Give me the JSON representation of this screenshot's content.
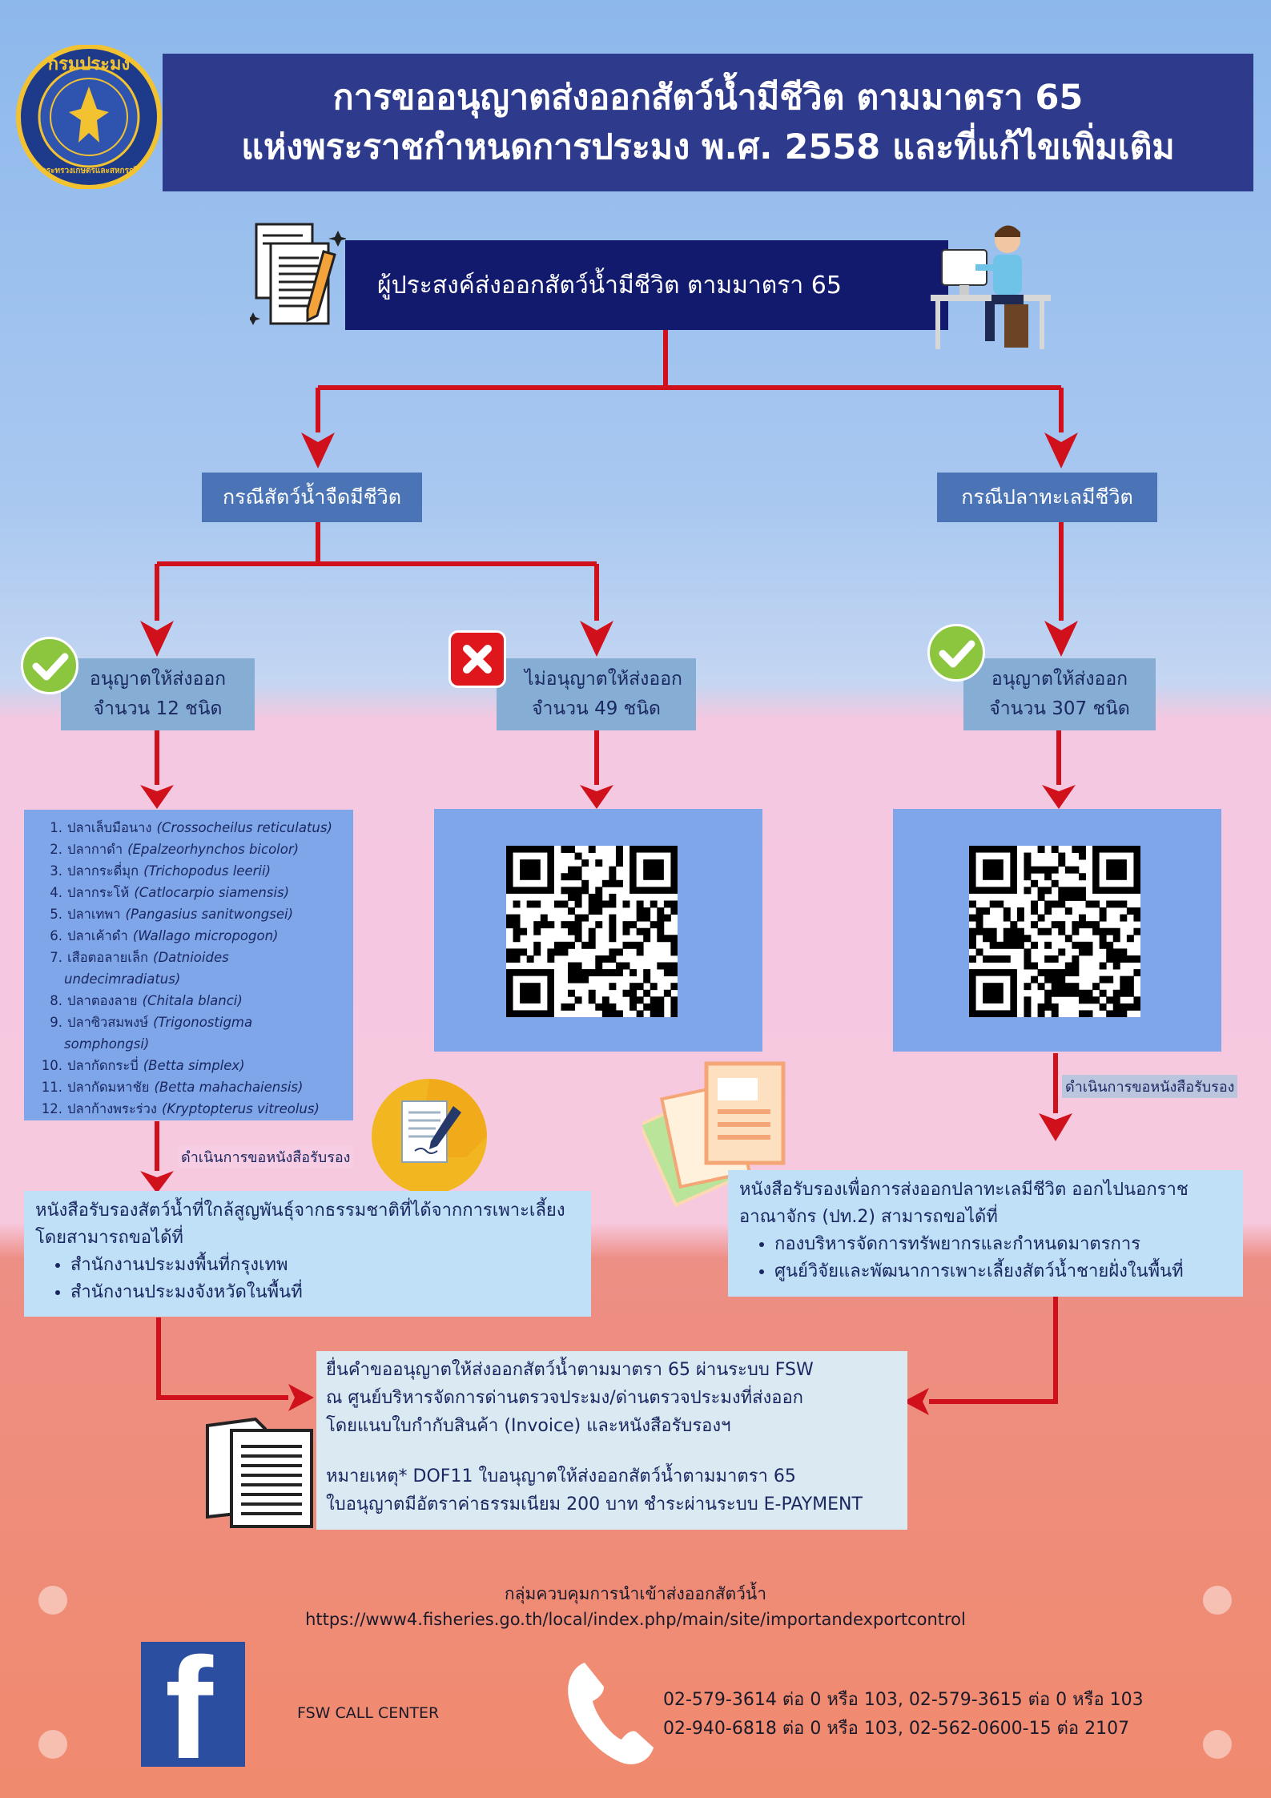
{
  "header": {
    "logo_text_top": "กรมประมง",
    "logo_text_bottom": "กระทรวงเกษตรและสหกรณ์",
    "title_line1": "การขออนุญาตส่งออกสัตว์น้ำมีชีวิต ตามมาตรา 65",
    "title_line2": "แห่งพระราชกำหนดการประมง พ.ศ. 2558 และที่แก้ไขเพิ่มเติม"
  },
  "applicant": "ผู้ประสงค์ส่งออกสัตว์น้ำมีชีวิต ตามมาตรา 65",
  "cases": {
    "freshwater": "กรณีสัตว์น้ำจืดมีชีวิต",
    "marine": "กรณีปลาทะเลมีชีวิต"
  },
  "statuses": {
    "allowed_fresh_l1": "อนุญาตให้ส่งออก",
    "allowed_fresh_l2": "จำนวน 12 ชนิด",
    "denied_l1": "ไม่อนุญาตให้ส่งออก",
    "denied_l2": "จำนวน 49 ชนิด",
    "allowed_marine_l1": "อนุญาตให้ส่งออก",
    "allowed_marine_l2": "จำนวน 307 ชนิด"
  },
  "species": [
    {
      "num": "1.",
      "thai": "ปลาเล็บมือนาง",
      "sci": "(Crossocheilus reticulatus)"
    },
    {
      "num": "2.",
      "thai": "ปลากาดำ",
      "sci": "(Epalzeorhynchos bicolor)"
    },
    {
      "num": "3.",
      "thai": "ปลากระดี่มุก",
      "sci": "(Trichopodus leerii)"
    },
    {
      "num": "4.",
      "thai": "ปลากระโห้",
      "sci": "(Catlocarpio siamensis)"
    },
    {
      "num": "5.",
      "thai": "ปลาเทพา",
      "sci": "(Pangasius sanitwongsei)"
    },
    {
      "num": "6.",
      "thai": "ปลาเค้าดำ",
      "sci": "(Wallago micropogon)"
    },
    {
      "num": "7.",
      "thai": "เสือตอลายเล็ก",
      "sci": "(Datnioides",
      "cont": "undecimradiatus)"
    },
    {
      "num": "8.",
      "thai": "ปลาตองลาย",
      "sci": "(Chitala blanci)"
    },
    {
      "num": "9.",
      "thai": "ปลาซิวสมพงษ์",
      "sci": "(Trigonostigma",
      "cont": "somphongsi)"
    },
    {
      "num": "10.",
      "thai": "ปลากัดกระบี่",
      "sci": "(Betta simplex)"
    },
    {
      "num": "11.",
      "thai": "ปลากัดมหาชัย",
      "sci": "(Betta mahachaiensis)"
    },
    {
      "num": "12.",
      "thai": "ปลาก้างพระร่วง",
      "sci": "(Kryptopterus vitreolus)"
    }
  ],
  "notes": {
    "request_cert_left": "ดำเนินการขอหนังสือรับรอง",
    "request_cert_right": "ดำเนินการขอหนังสือรับรอง"
  },
  "left_info": {
    "line1": "หนังสือรับรองสัตว์น้ำที่ใกล้สูญพันธุ์จากธรรมชาติที่ได้จากการเพาะเลี้ยง",
    "line2": "โดยสามารถขอได้ที่",
    "bullets": [
      "สำนักงานประมงพื้นที่กรุงเทพ",
      "สำนักงานประมงจังหวัดในพื้นที่"
    ]
  },
  "right_info": {
    "line1": "หนังสือรับรองเพื่อการส่งออกปลาทะเลมีชีวิต ออกไปนอกราช",
    "line2": "อาณาจักร (ปท.2) สามารถขอได้ที่",
    "bullets": [
      "กองบริหารจัดการทรัพยากรและกำหนดมาตรการ",
      "ศูนย์วิจัยและพัฒนาการเพาะเลี้ยงสัตว์น้ำชายฝั่งในพื้นที่"
    ]
  },
  "final": {
    "line1": "ยื่นคำขออนุญาตให้ส่งออกสัตว์น้ำตามมาตรา 65 ผ่านระบบ FSW",
    "line2": "ณ ศูนย์บริหารจัดการด่านตรวจประมง/ด่านตรวจประมงที่ส่งออก",
    "line3": "โดยแนบใบกำกับสินค้า (Invoice) และหนังสือรับรองฯ",
    "line4": "หมายเหตุ*   DOF11 ใบอนุญาตให้ส่งออกสัตว์น้ำตามมาตรา 65",
    "line5": "ใบอนุญาตมีอัตราค่าธรรมเนียม 200 บาท ชำระผ่านระบบ E-PAYMENT"
  },
  "footer": {
    "group": "กลุ่มควบคุมการนำเข้าส่งออกสัตว์น้ำ",
    "url": "https://www4.fisheries.go.th/local/index.php/main/site/importandexportcontrol",
    "facebook_letter": "f",
    "call_center": "FSW CALL CENTER",
    "phone1": "02-579-3614 ต่อ 0 หรือ 103, 02-579-3615 ต่อ 0 หรือ 103",
    "phone2": "02-940-6818 ต่อ 0 หรือ 103, 02-562-0600-15 ต่อ 2107"
  },
  "colors": {
    "arrow": "#d0101b",
    "title_bg": "#2e3a8c",
    "applicant_bg": "#121a6e",
    "case_bg": "#4a74b6",
    "status_bg": "#86aed4",
    "panel_bg": "#7fa6e8",
    "info_bg": "#bfe0f6",
    "check_green": "#8cc63f",
    "deny_red": "#e0161d",
    "facebook_blue": "#2b4ea0"
  },
  "icons": [
    "logo-emblem-icon",
    "document-pencil-icon",
    "person-computer-icon",
    "check-icon",
    "x-icon",
    "qr-code-icon",
    "signing-document-icon",
    "papers-stack-icon",
    "documents-icon",
    "facebook-icon",
    "phone-icon"
  ]
}
